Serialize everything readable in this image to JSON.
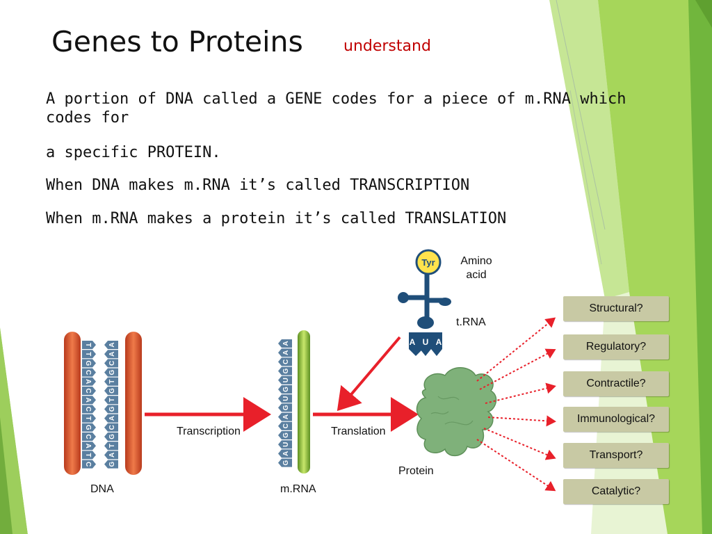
{
  "slide": {
    "title": "Genes to Proteins",
    "subtitle": "understand",
    "body": [
      "A portion of DNA called a GENE codes for a piece of m.RNA which",
      "codes for",
      "a specific PROTEIN.",
      "When DNA makes m.RNA it’s called TRANSCRIPTION",
      "When m.RNA makes a protein it’s called TRANSLATION"
    ]
  },
  "diagram": {
    "amino_label_line1": "Amino",
    "amino_label_line2": "acid",
    "tyr_label": "Tyr",
    "trna_label": "t.RNA",
    "anticodon": [
      "A",
      "U",
      "A"
    ],
    "transcription_label": "Transcription",
    "translation_label": "Translation",
    "protein_label": "Protein",
    "dna_label": "DNA",
    "mrna_label": "m.RNA",
    "dna_left_strand": [
      "T",
      "T",
      "G",
      "C",
      "A",
      "C",
      "A",
      "C",
      "T",
      "G",
      "C",
      "A",
      "T",
      "C"
    ],
    "dna_right_strand": [
      "A",
      "A",
      "C",
      "G",
      "T",
      "G",
      "T",
      "G",
      "A",
      "C",
      "G",
      "T",
      "A",
      "G"
    ],
    "mrna_strand": [
      "A",
      "A",
      "C",
      "G",
      "U",
      "G",
      "U",
      "G",
      "A",
      "C",
      "G",
      "U",
      "A",
      "G"
    ],
    "roles": [
      "Structural?",
      "Regulatory?",
      "Contractile?",
      "Immunological?",
      "Transport?",
      "Catalytic?"
    ]
  },
  "colors": {
    "title": "#111111",
    "subtitle": "#c00000",
    "arrow_red": "#e8202a",
    "dna_strand": "#d9502a",
    "mrna_strand": "#8fc23f",
    "nucleotide": "#5a7fa0",
    "trna": "#1f4e79",
    "tyr_circle": "#ffe34d",
    "protein": "#7fb17a",
    "role_box": "#c8c9a4",
    "decor_green": "#8cc63f"
  }
}
